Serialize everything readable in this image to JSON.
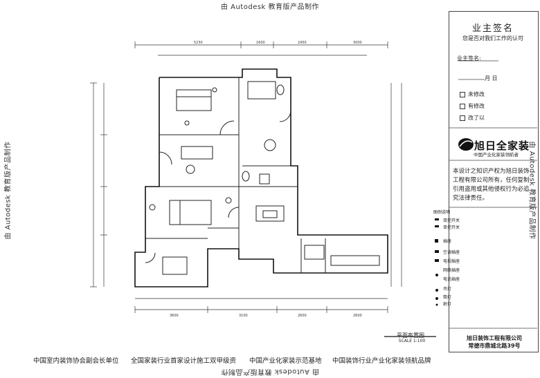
{
  "watermark": {
    "text": "由 Autodesk 教育版产品制作"
  },
  "title_block": {
    "owner_title": "业主签名",
    "owner_sub": "您是否对我们工作的认可",
    "signature_label": "业主签名:",
    "date_label": "月  日",
    "check_items": [
      "未修改",
      "有修改",
      "改了以"
    ],
    "logo_text": "旭日全家装",
    "logo_tagline": "中国产业化家装领航者",
    "notice_text": "本设计之知识产权为旭日装饰工程有限公司所有，任何复制引用盗用或其他侵权行为必追究法律责任。",
    "legend_title": "图例说明",
    "legend_items": [
      "双控开关",
      "单控开关",
      "插座",
      "空调插座",
      "电视插座",
      "网络插座",
      "电话插座",
      "吊灯",
      "筒灯",
      "射灯"
    ],
    "company_name": "旭日装饰工程有限公司",
    "company_address": "常德市鼎城北路39号"
  },
  "plan": {
    "title": "平面布置图",
    "scale": "SCALE 1:100"
  },
  "footer": {
    "items": [
      "中国室内装饰协会副会长单位",
      "全国家装行业首家设计施工双甲级资",
      "中国产业化家装示范基地",
      "中国装饰行业产业化家装领航品牌"
    ]
  }
}
